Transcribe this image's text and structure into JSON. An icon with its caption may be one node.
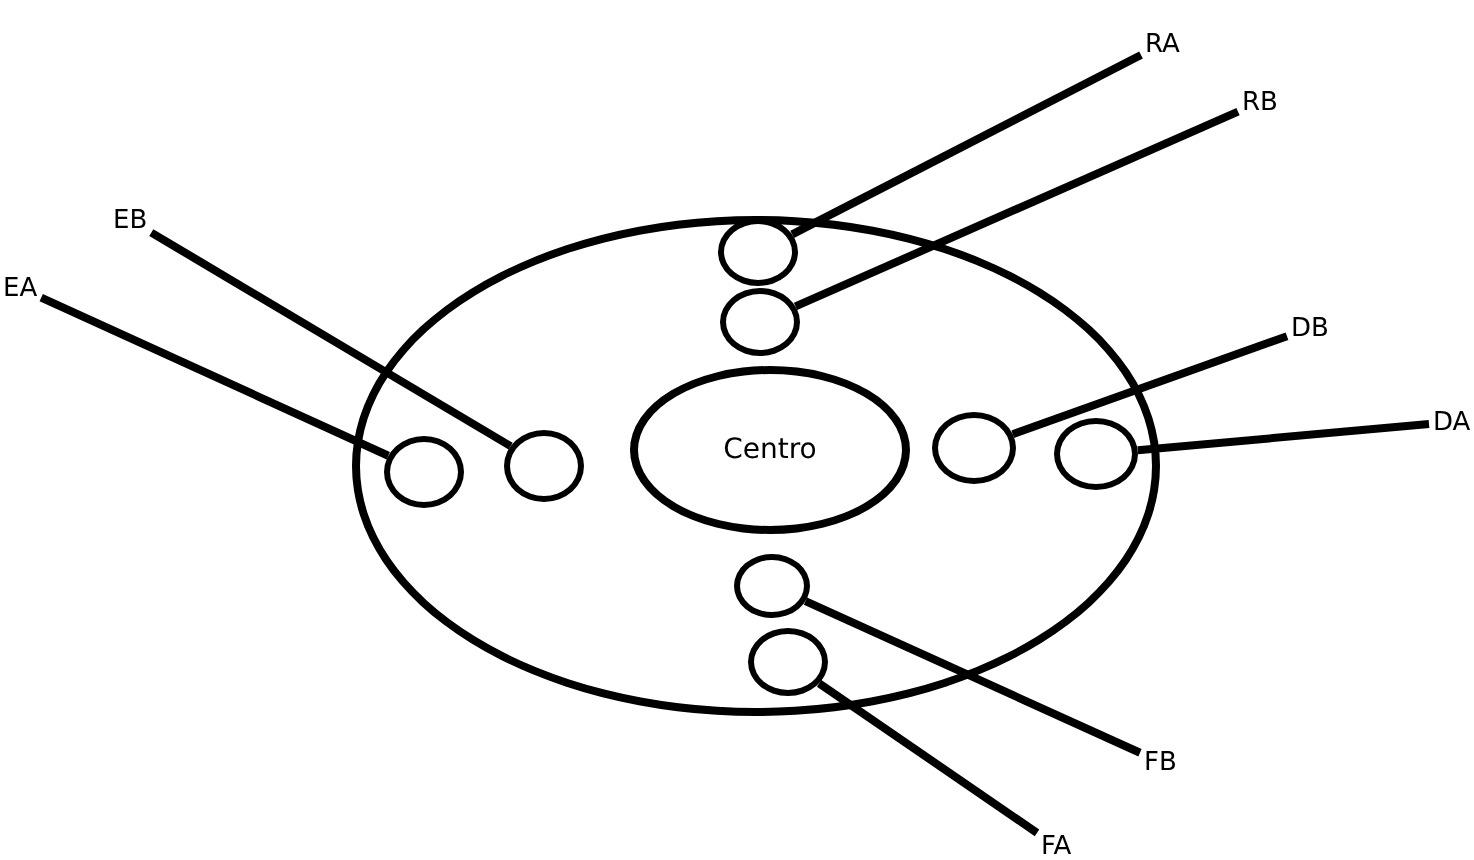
{
  "diagram": {
    "nodes": [
      {
        "text": [
          "RA"
        ]
      },
      {
        "text": [
          "RB"
        ]
      },
      {
        "text": [
          "EB"
        ]
      },
      {
        "text": [
          "EA"
        ]
      },
      {
        "text": [],
        "shape": "ellipse"
      },
      {
        "text": [],
        "shape": "circle",
        "in": 4
      },
      {
        "text": [],
        "shape": "circle",
        "in": 4
      },
      {
        "text": [],
        "shape": "circle",
        "in": 4
      },
      {
        "text": [],
        "shape": "circle",
        "in": 4
      },
      {
        "text": [
          "Centro"
        ],
        "in": 4
      },
      {
        "text": [],
        "shape": "circle",
        "in": 4
      },
      {
        "text": [],
        "shape": "circle",
        "in": 4
      },
      {
        "text": [],
        "shape": "circle",
        "in": 4
      },
      {
        "text": [],
        "shape": "circle",
        "in": 4
      },
      {
        "text": [
          "DB"
        ]
      },
      {
        "text": [
          "DA"
        ]
      },
      {
        "text": [
          "FB"
        ]
      },
      {
        "text": [
          "FA"
        ]
      }
    ],
    "edges": [
      {
        "from": 0,
        "to": 5,
        "arrow": "none"
      },
      {
        "from": 1,
        "to": 6,
        "arrow": "none"
      },
      {
        "from": 2,
        "to": 8,
        "arrow": "none"
      },
      {
        "from": 3,
        "to": 7,
        "arrow": "none"
      },
      {
        "from": 14,
        "to": 10,
        "arrow": "none"
      },
      {
        "from": 15,
        "to": 11,
        "arrow": "none"
      },
      {
        "from": 16,
        "to": 12,
        "arrow": "none"
      },
      {
        "from": 17,
        "to": 13,
        "arrow": "none"
      }
    ]
  }
}
